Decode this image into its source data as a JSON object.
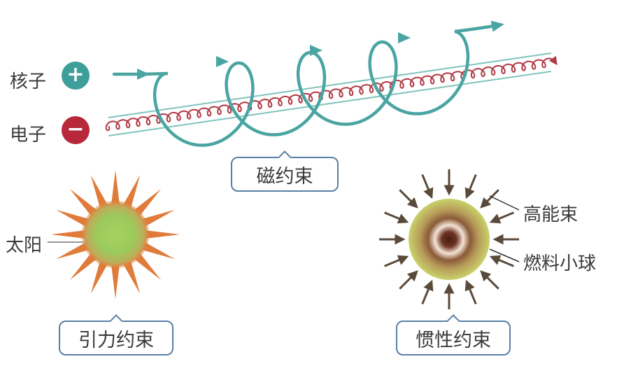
{
  "labels": {
    "nucleus": "核子",
    "electron": "电子",
    "sun": "太阳",
    "high_energy_beam": "高能束",
    "fuel_pellet": "燃料小球"
  },
  "badges": {
    "plus": "+",
    "minus": "−"
  },
  "boxes": {
    "magnetic": "磁约束",
    "gravitational": "引力约束",
    "inertial": "惯性约束"
  },
  "colors": {
    "teal": "#4aa5a2",
    "red_coil": "#b03a45",
    "plus_badge": "#3e9e9a",
    "minus_badge": "#b8283b",
    "sun_ray": "#e07b3a",
    "sun_core": "#9bca5c",
    "arrow": "#5a4a3a",
    "box_border": "#5a7fa7"
  }
}
